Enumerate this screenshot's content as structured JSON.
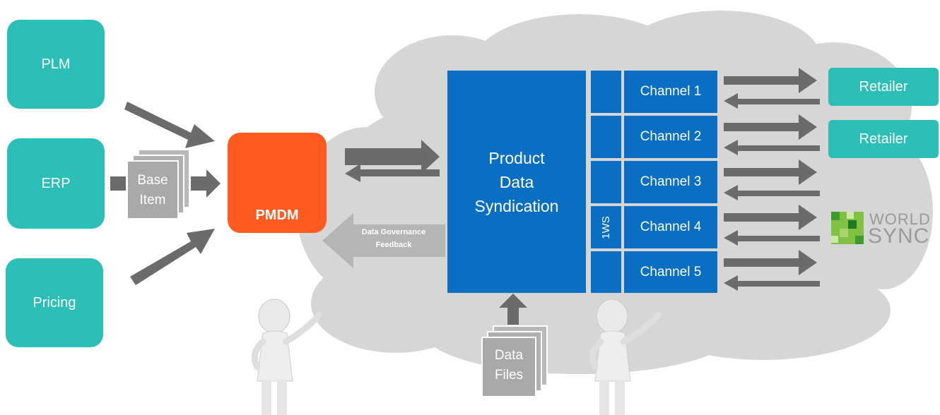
{
  "sources": [
    {
      "label": "PLM"
    },
    {
      "label": "ERP"
    },
    {
      "label": "Pricing"
    }
  ],
  "base_item": {
    "label": "Base\nItem"
  },
  "pmdm": {
    "label": "PMDM"
  },
  "product_data_syndication": {
    "label": "Product\nData\nSyndication"
  },
  "feedback": {
    "label": "Data Governance\nFeedback"
  },
  "slot_label": "1WS",
  "channels": [
    {
      "label": "Channel 1"
    },
    {
      "label": "Channel 2"
    },
    {
      "label": "Channel 3"
    },
    {
      "label": "Channel 4"
    },
    {
      "label": "Channel 5"
    }
  ],
  "retailers": [
    {
      "label": "Retailer"
    },
    {
      "label": "Retailer"
    }
  ],
  "logo": {
    "line1": "WORLD",
    "line2": "SYNC"
  },
  "data_files": {
    "label": "Data\nFiles"
  },
  "colors": {
    "teal": "#2bbfb8",
    "orange": "#ff5a1f",
    "blue": "#0a6fc2",
    "cloud": "#d6d6d6",
    "arrow": "#6b6b6b",
    "doc": "#a9a9a9"
  }
}
